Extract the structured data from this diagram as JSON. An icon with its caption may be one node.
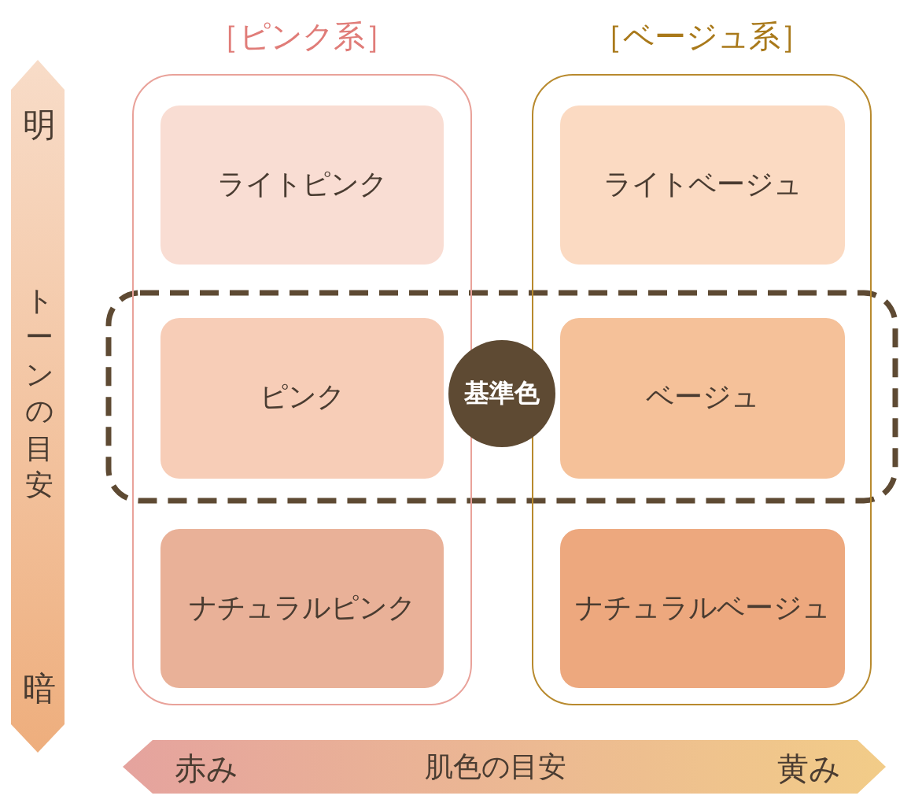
{
  "diagram": {
    "nodes": [
      {
        "text": [
          "［ピンク系］"
        ]
      },
      {
        "text": [
          "ライトピンク"
        ],
        "in": 0
      },
      {
        "text": [
          "ピンク"
        ],
        "in": 0
      },
      {
        "text": [
          "ナチュラルピンク"
        ],
        "in": 0
      },
      {
        "text": [
          "［ベージュ系］"
        ]
      },
      {
        "text": [
          "ライトベージュ"
        ],
        "in": 4
      },
      {
        "text": [
          "ベージュ"
        ],
        "in": 4
      },
      {
        "text": [
          "ナチュラルベージュ"
        ],
        "in": 4
      },
      {
        "text": [
          "基準色"
        ]
      }
    ],
    "labels": [
      "明",
      "トーンの目安",
      "暗",
      "赤み",
      "肌色の目安",
      "黄み"
    ]
  }
}
